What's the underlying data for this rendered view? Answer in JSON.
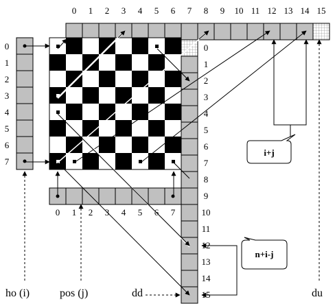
{
  "top_numbers": [
    "0",
    "1",
    "2",
    "3",
    "4",
    "5",
    "6",
    "7",
    "8",
    "9",
    "10",
    "11",
    "12",
    "13",
    "14",
    "15"
  ],
  "right_numbers": [
    "0",
    "1",
    "2",
    "3",
    "4",
    "5",
    "6",
    "7",
    "8",
    "9",
    "10",
    "11",
    "12",
    "13",
    "14",
    "15"
  ],
  "left_numbers": [
    "0",
    "1",
    "2",
    "3",
    "4",
    "5",
    "6",
    "7"
  ],
  "bottom_numbers": [
    "0",
    "1",
    "2",
    "3",
    "4",
    "5",
    "6",
    "7"
  ],
  "labels": {
    "ho": "ho (i)",
    "pos": "pos (j)",
    "dd": "dd",
    "du": "du",
    "sum_callout": "i+j",
    "diff_callout": "n+i-j"
  },
  "colors": {
    "cell_fill": "#c0c0c0",
    "dark_square": "#000000",
    "light_square": "#ffffff",
    "stroke": "#000000"
  }
}
